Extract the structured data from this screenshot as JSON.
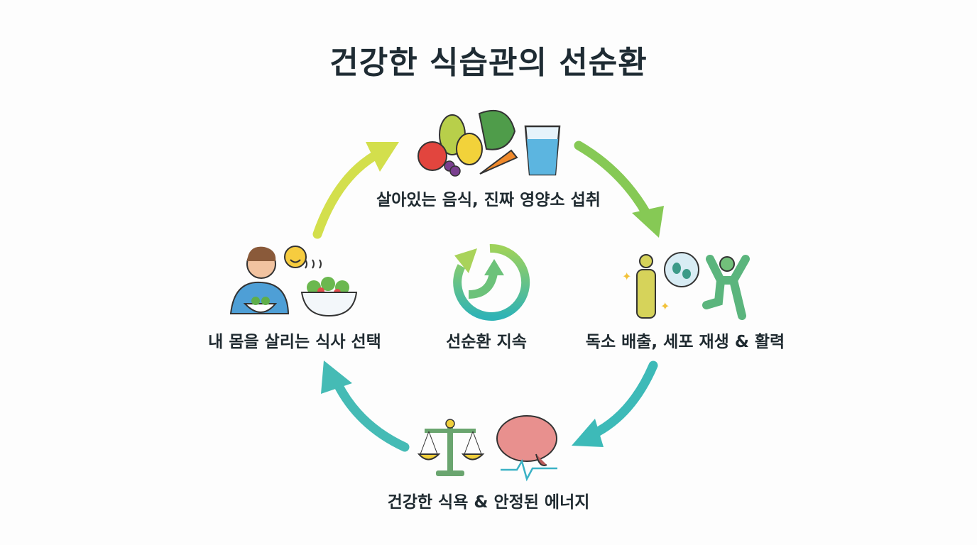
{
  "title": "건강한 식습관의 선순환",
  "nodes": {
    "top": "살아있는 음식, 진짜 영양소 섭취",
    "right": "독소 배출, 세포 재생 & 활력",
    "bottom": "건강한 식욕 & 안정된 에너지",
    "left": "내 몸을 살리는 식사 선택",
    "center": "선순환 지속"
  },
  "colors": {
    "arrow_top_left": "#d3df4c",
    "arrow_top_right": "#86c955",
    "arrow_bottom_right": "#3dbab8",
    "arrow_bottom_left": "#45bbb5",
    "text": "#1f2a30"
  }
}
